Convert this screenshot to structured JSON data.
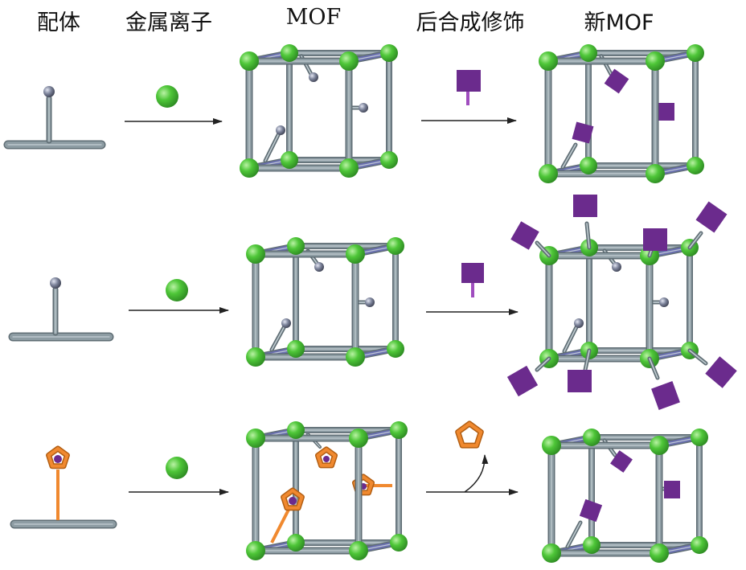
{
  "headers": {
    "ligand": "配体",
    "metal_ion": "金属离子",
    "mof": "MOF",
    "post_synthetic": "后合成修饰",
    "new_mof": "新MOF"
  },
  "colors": {
    "node": "#4ec638",
    "rod": "#8d9ca3",
    "rod_edge": "#5f6d74",
    "rod_blue": "#6a6fb0",
    "bead": "#6c7287",
    "square": "#6b2b8d",
    "stem": "#a04dbf",
    "ring": "#f0892f",
    "arrow": "#222222"
  }
}
